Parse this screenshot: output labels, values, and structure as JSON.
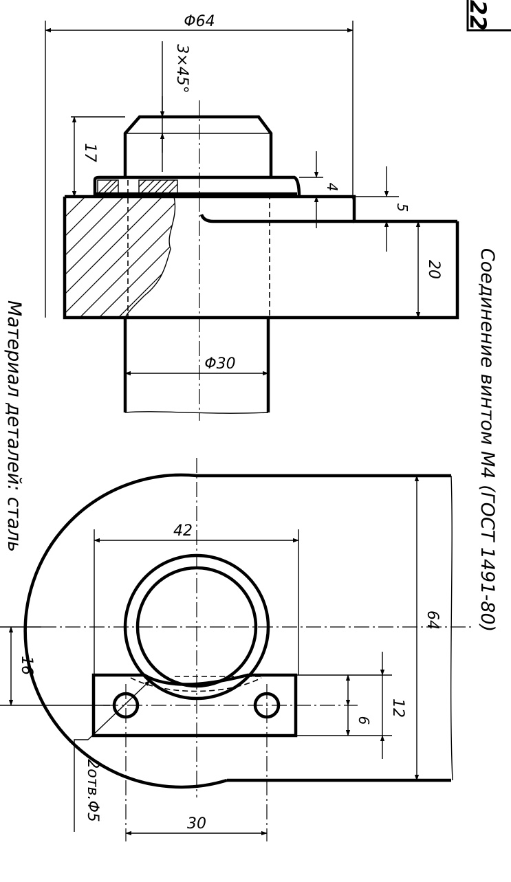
{
  "sheet_number": "22",
  "title": "Соединение винтом М4  (ГОСТ 1491-80)",
  "material_note": "Материал деталей: сталь",
  "dimensions": {
    "d64_top": "Φ64",
    "chamfer": "3×45°",
    "h17": "17",
    "h4": "4",
    "h5": "5",
    "h20": "20",
    "d30": "Φ30",
    "w42": "42",
    "w64": "64",
    "w16": "16",
    "w12": "12",
    "w6": "6",
    "holes": "2отв.Φ5",
    "w30": "30"
  }
}
